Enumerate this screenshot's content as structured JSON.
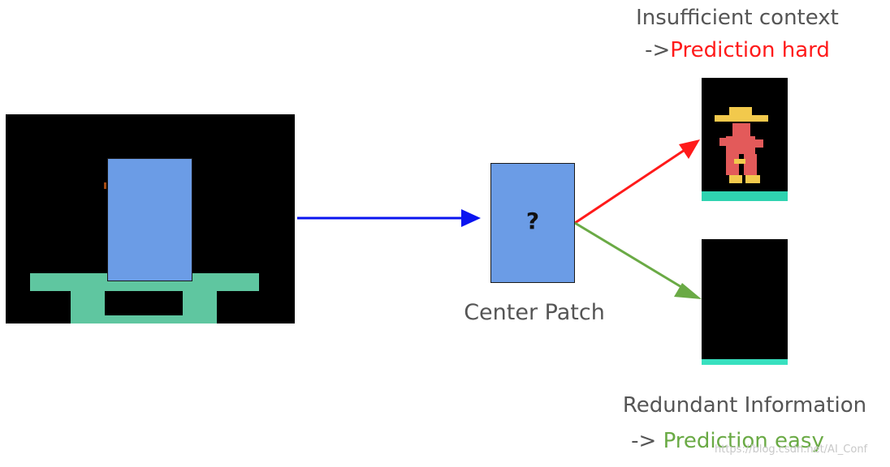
{
  "center_patch": {
    "question_mark": "?",
    "label": "Center Patch"
  },
  "outcome_hard": {
    "title": "Insufficient context",
    "prefix": "->",
    "result": "Prediction hard",
    "color": "#ff1a1a"
  },
  "outcome_easy": {
    "title": "Redundant Information",
    "prefix": "-> ",
    "result": "Prediction easy",
    "color": "#6aaa45"
  },
  "colors": {
    "patch_fill": "#6b9ce6",
    "arrow_blue": "#0a14f0",
    "arrow_red": "#ff1a1a",
    "arrow_green": "#6aaa45",
    "platform": "#5fc6a0"
  },
  "watermark": "https://blog.csdn.net/AI_Conf"
}
